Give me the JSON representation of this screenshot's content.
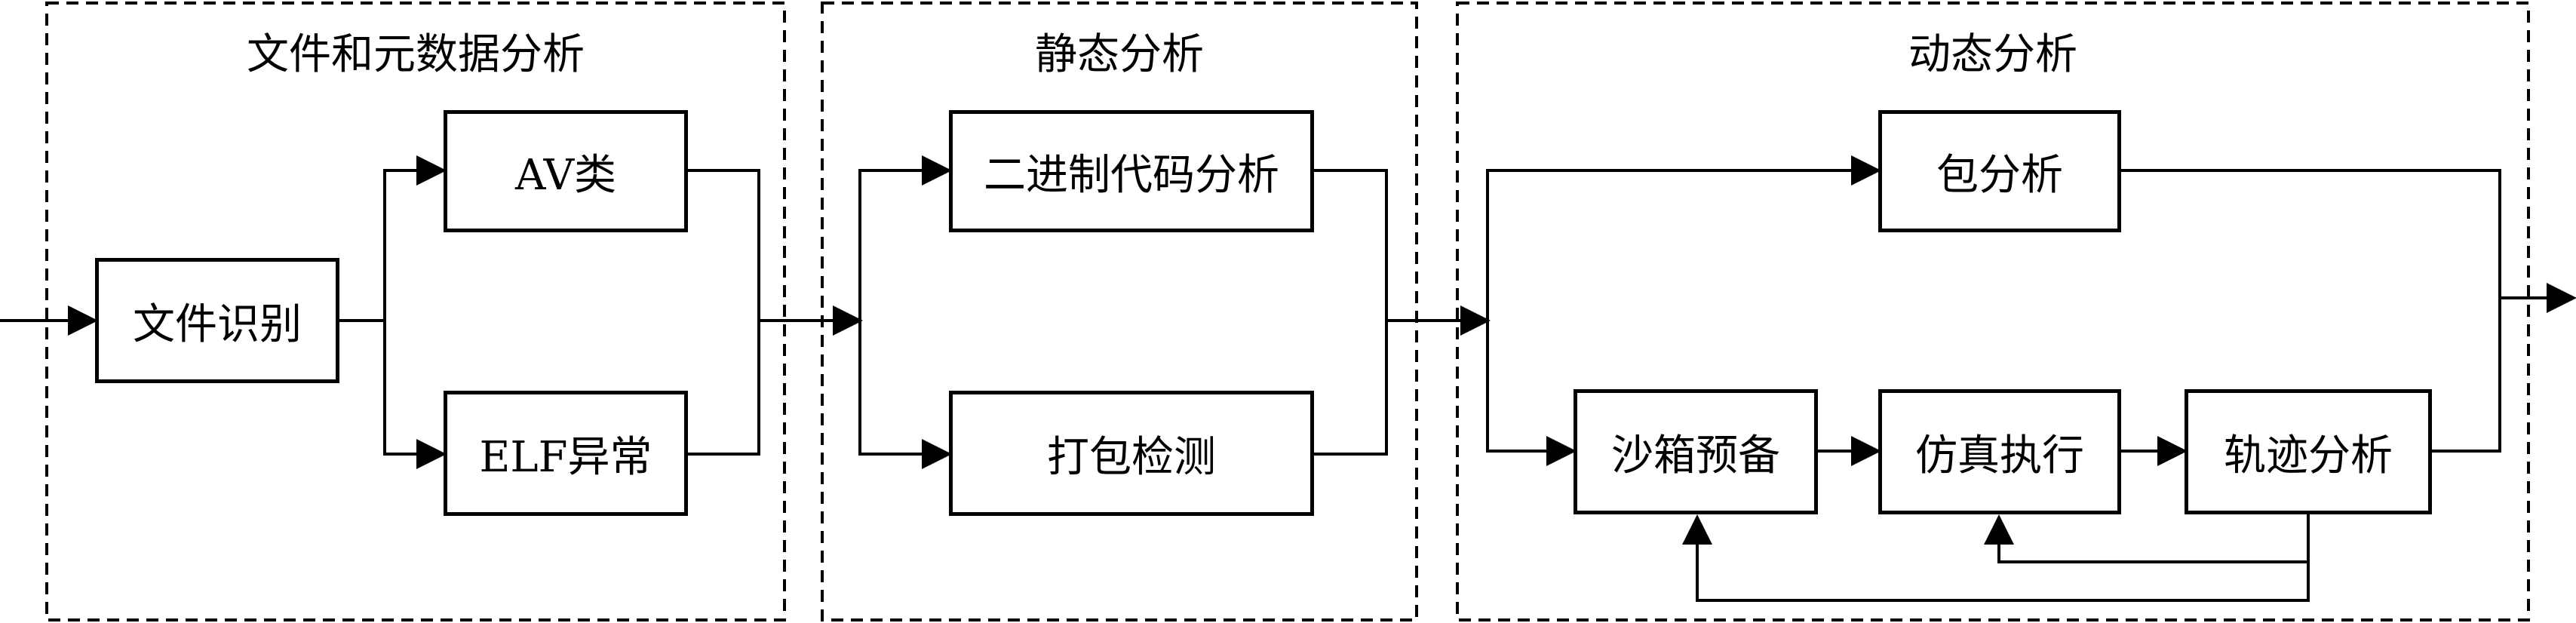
{
  "groups": {
    "file_meta": {
      "title": "文件和元数据分析"
    },
    "static": {
      "title": "静态分析"
    },
    "dynamic": {
      "title": "动态分析"
    }
  },
  "nodes": {
    "file_identify": "文件识别",
    "av_class": "AV类",
    "elf_anomaly": "ELF异常",
    "binary_code": "二进制代码分析",
    "packing_detect": "打包检测",
    "packet_analysis": "包分析",
    "sandbox_prep": "沙箱预备",
    "emulated_exec": "仿真执行",
    "trace_analysis": "轨迹分析"
  }
}
